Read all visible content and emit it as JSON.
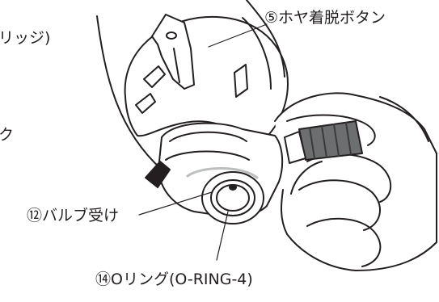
{
  "labels": {
    "partial_1": "リッジ)",
    "partial_2": "ク",
    "button_5": "⑤ホヤ着脱ボタン",
    "receiver_12": "⑫バルブ受け",
    "oring_14": "⑭Oリング(O-RING-4)"
  },
  "colors": {
    "line": "#231f20",
    "cartridge_fill": "#ffffff",
    "grip_ring": "#6d6e70",
    "shadow": "#bcbec0"
  }
}
